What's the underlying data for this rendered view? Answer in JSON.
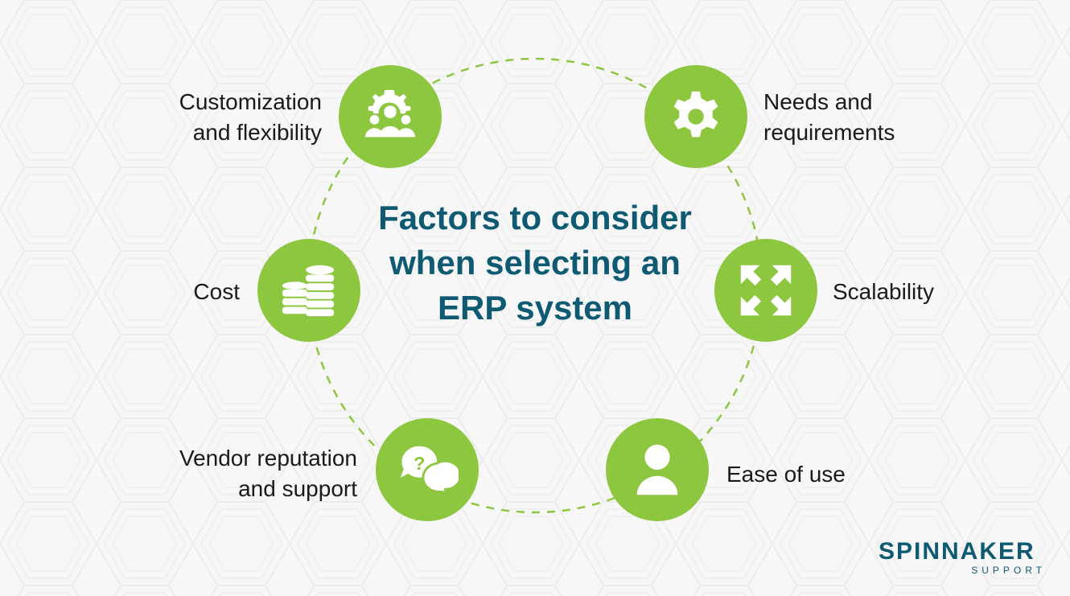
{
  "title": "Factors to consider when selecting an ERP system",
  "factors": [
    {
      "label_lines": [
        "Customization",
        "and flexibility"
      ],
      "icon": "team-gear-icon"
    },
    {
      "label_lines": [
        "Needs and",
        "requirements"
      ],
      "icon": "gear-icon"
    },
    {
      "label_lines": [
        "Cost"
      ],
      "icon": "coin-stacks-icon"
    },
    {
      "label_lines": [
        "Scalability"
      ],
      "icon": "expand-arrows-icon"
    },
    {
      "label_lines": [
        "Vendor reputation",
        "and support"
      ],
      "icon": "question-chat-icon"
    },
    {
      "label_lines": [
        "Ease of use"
      ],
      "icon": "user-icon"
    }
  ],
  "logo": {
    "main": "SPINNAKER",
    "sub": "SUPPORT"
  },
  "colors": {
    "accent": "#8dc63f",
    "title": "#0f5a73",
    "text": "#1a1a1a",
    "background": "#f7f7f7"
  }
}
